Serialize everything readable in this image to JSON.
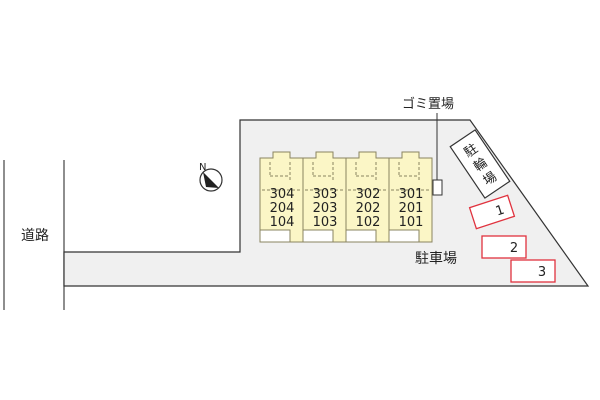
{
  "labels": {
    "road": "道路",
    "parking": "駐車場",
    "garbage": "ゴミ置場",
    "bicycle": [
      "駐",
      "輪",
      "場"
    ]
  },
  "units": [
    {
      "floors": [
        "304",
        "204",
        "104"
      ]
    },
    {
      "floors": [
        "303",
        "203",
        "103"
      ]
    },
    {
      "floors": [
        "302",
        "202",
        "102"
      ]
    },
    {
      "floors": [
        "301",
        "201",
        "101"
      ]
    }
  ],
  "parking_spaces": [
    "1",
    "2",
    "3"
  ],
  "compass": {
    "label": "N",
    "icon": "north-arrow-icon"
  },
  "colors": {
    "lot": "#f0f0f0",
    "outline": "#333333",
    "building": "#fbf6c6",
    "building_outline": "#8a8460",
    "parking_space": "#e0323e"
  }
}
